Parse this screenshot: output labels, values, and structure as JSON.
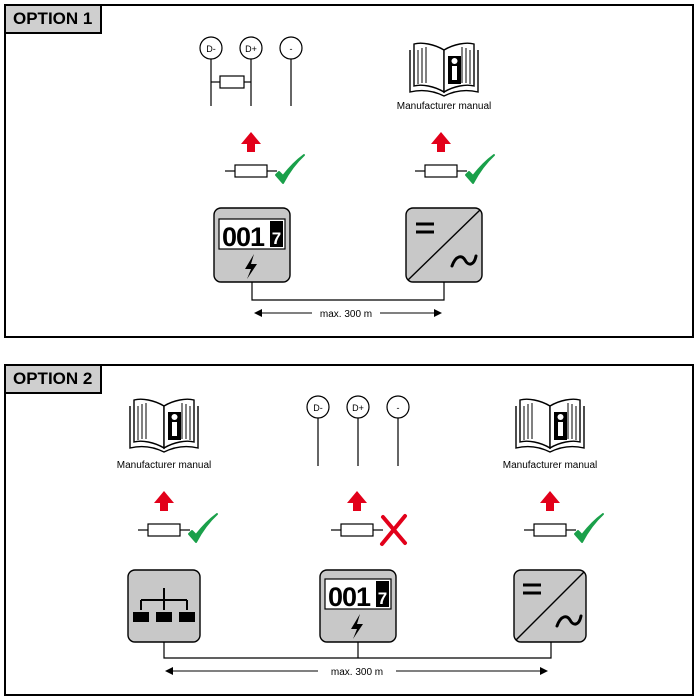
{
  "option1": {
    "title": "OPTION 1",
    "terminals": [
      "D-",
      "D+",
      "-"
    ],
    "manual_label": "Manufacturer manual",
    "meter_digits": "001",
    "meter_last_digit": "7",
    "distance_label": "max. 300 m"
  },
  "option2": {
    "title": "OPTION 2",
    "terminals": [
      "D-",
      "D+",
      "-"
    ],
    "manual_left_label": "Manufacturer manual",
    "manual_right_label": "Manufacturer manual",
    "meter_digits": "001",
    "meter_last_digit": "7",
    "distance_label": "max. 300 m"
  },
  "colors": {
    "arrow_red": "#e2001a",
    "check_green": "#1aa04a",
    "cross_red": "#e2001a",
    "device_gray": "#c8c8c8",
    "title_gray": "#cfcfcf"
  }
}
